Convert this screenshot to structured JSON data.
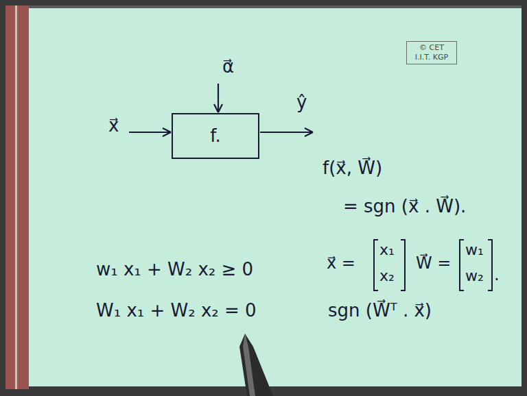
{
  "diagram": {
    "nodes": [
      {
        "text": [
          "© CET I.I.T. KGP"
        ]
      },
      {
        "text": [
          "f."
        ]
      }
    ],
    "labels": [
      "x⃗",
      "α⃗",
      "ŷ",
      "f(x⃗, W⃗)",
      "= sgn (x⃗ . W⃗).",
      "x⃗ =",
      "x₁",
      "x₂",
      "W⃗ =",
      "w₁",
      "w₂",
      ".",
      "w₁ x₁ + W₂ x₂ ≥ 0",
      "W₁ x₁ + W₂ x₂ = 0",
      "sgn (W⃗ᵀ . x⃗)"
    ]
  }
}
